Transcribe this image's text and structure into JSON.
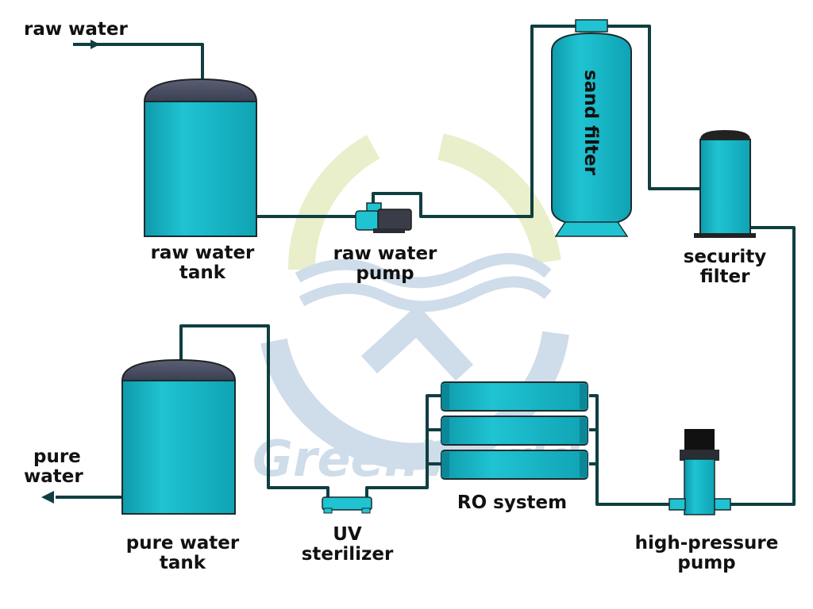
{
  "labels": {
    "raw_water_in": "raw water",
    "raw_water_tank": [
      "raw water",
      "tank"
    ],
    "raw_water_pump": [
      "raw water",
      "pump"
    ],
    "sand_filter": "sand filter",
    "security_filter": [
      "security",
      "filter"
    ],
    "pure_water_out": [
      "pure",
      "water"
    ],
    "pure_water_tank": [
      "pure water",
      "tank"
    ],
    "uv_sterilizer": [
      "UV",
      "sterilizer"
    ],
    "ro_system": "RO system",
    "high_pressure_pump": [
      "high-pressure",
      "pump"
    ]
  },
  "watermark": {
    "brand": "GreenWorld"
  },
  "colors": {
    "tank_body": "#16b4c4",
    "tank_dome": "#4a4f63",
    "pipe": "#0f3f40",
    "watermark_green": "#e2e9b8",
    "watermark_blue": "#b9cbe0"
  }
}
